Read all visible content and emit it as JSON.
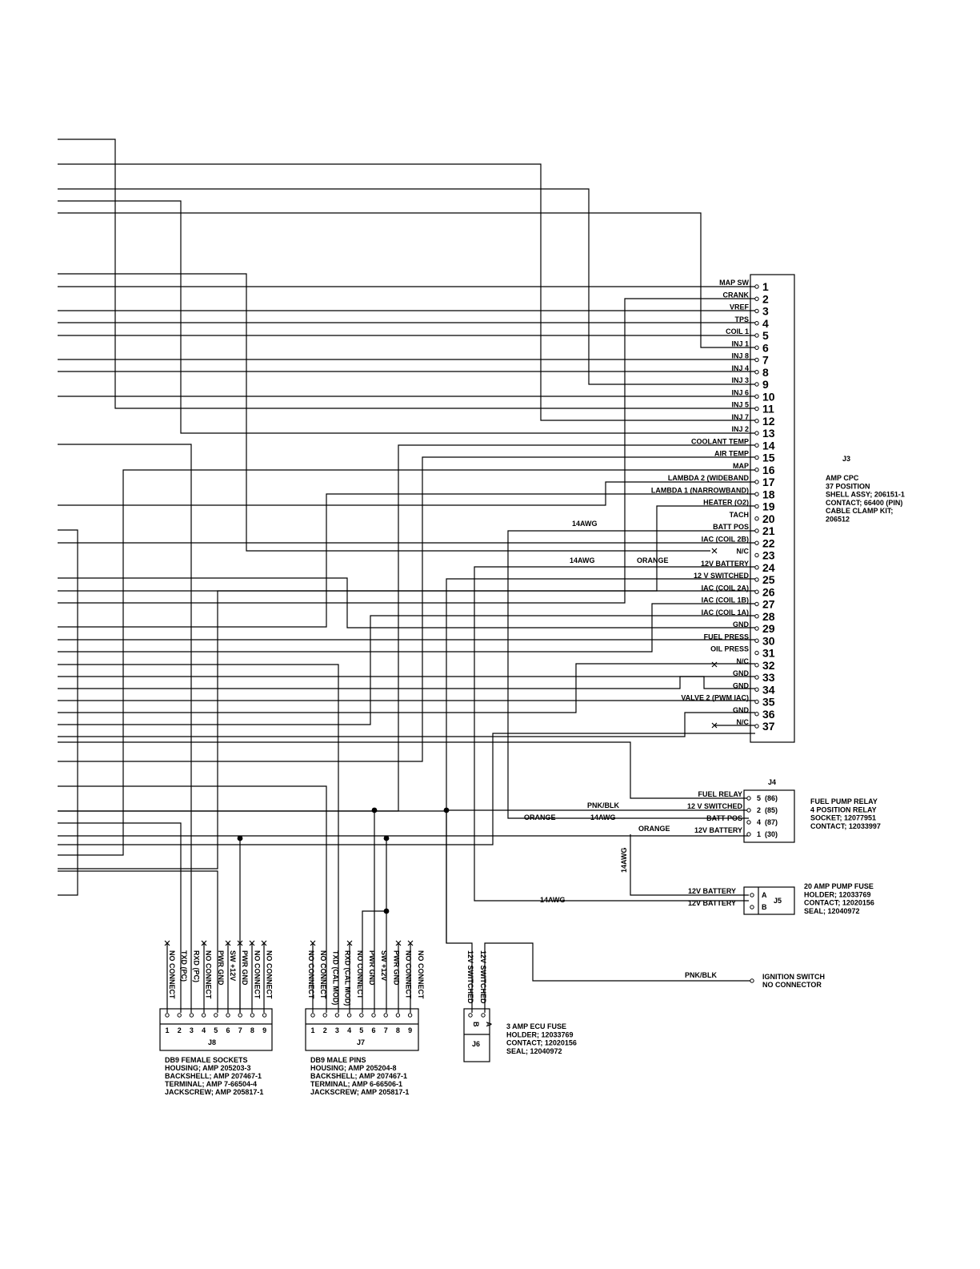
{
  "j3": {
    "ref": "J3",
    "notes": [
      "AMP CPC",
      "37 POSITION",
      "SHELL ASSY; 206151-1",
      "CONTACT; 66400 (PIN)",
      "CABLE CLAMP KIT;",
      "206512"
    ],
    "pins": [
      {
        "n": "1",
        "label": "MAP SW"
      },
      {
        "n": "2",
        "label": "CRANK"
      },
      {
        "n": "3",
        "label": "VREF"
      },
      {
        "n": "4",
        "label": "TPS"
      },
      {
        "n": "5",
        "label": "COIL 1"
      },
      {
        "n": "6",
        "label": "INJ 1"
      },
      {
        "n": "7",
        "label": "INJ 8"
      },
      {
        "n": "8",
        "label": "INJ 4"
      },
      {
        "n": "9",
        "label": "INJ 3"
      },
      {
        "n": "10",
        "label": "INJ 6"
      },
      {
        "n": "11",
        "label": "INJ 5"
      },
      {
        "n": "12",
        "label": "INJ 7"
      },
      {
        "n": "13",
        "label": "INJ 2"
      },
      {
        "n": "14",
        "label": "COOLANT TEMP"
      },
      {
        "n": "15",
        "label": "AIR TEMP"
      },
      {
        "n": "16",
        "label": "MAP"
      },
      {
        "n": "17",
        "label": "LAMBDA 2 (WIDEBAND"
      },
      {
        "n": "18",
        "label": "LAMBDA 1 (NARROWBAND)"
      },
      {
        "n": "19",
        "label": "HEATER (O2)"
      },
      {
        "n": "20",
        "label": "TACH"
      },
      {
        "n": "21",
        "label": "BATT POS"
      },
      {
        "n": "22",
        "label": "IAC (COIL 2B)"
      },
      {
        "n": "23",
        "label": "N/C"
      },
      {
        "n": "24",
        "label": "12V BATTERY"
      },
      {
        "n": "25",
        "label": "12 V SWITCHED"
      },
      {
        "n": "26",
        "label": "IAC (COIL 2A)"
      },
      {
        "n": "27",
        "label": "IAC (COIL 1B)"
      },
      {
        "n": "28",
        "label": "IAC (COIL 1A)"
      },
      {
        "n": "29",
        "label": "GND"
      },
      {
        "n": "30",
        "label": "FUEL PRESS"
      },
      {
        "n": "31",
        "label": "OIL PRESS"
      },
      {
        "n": "32",
        "label": "N/C"
      },
      {
        "n": "33",
        "label": "GND"
      },
      {
        "n": "34",
        "label": "GND"
      },
      {
        "n": "35",
        "label": "VALVE 2 (PWM IAC)"
      },
      {
        "n": "36",
        "label": "GND"
      },
      {
        "n": "37",
        "label": "N/C"
      }
    ]
  },
  "j4": {
    "ref": "J4",
    "notes": [
      "FUEL PUMP RELAY",
      "4 POSITION RELAY",
      "SOCKET; 12077951",
      "CONTACT; 12033997"
    ],
    "pins": [
      {
        "n": "5",
        "sub": "(86)",
        "label": "FUEL RELAY"
      },
      {
        "n": "2",
        "sub": "(85)",
        "label": "12 V SWITCHED"
      },
      {
        "n": "4",
        "sub": "(87)",
        "label": "BATT POS"
      },
      {
        "n": "1",
        "sub": "(30)",
        "label": "12V BATTERY"
      }
    ]
  },
  "j5": {
    "ref": "J5",
    "notes": [
      "20 AMP PUMP FUSE",
      "HOLDER; 12033769",
      "CONTACT; 12020156",
      "SEAL; 12040972"
    ],
    "pins": [
      {
        "n": "A",
        "label": "12V BATTERY"
      },
      {
        "n": "B",
        "label": "12V BATTERY"
      }
    ]
  },
  "j6": {
    "ref": "J6",
    "notes": [
      "3 AMP ECU FUSE",
      "HOLDER; 12033769",
      "CONTACT; 12020156",
      "SEAL; 12040972"
    ],
    "pins": [
      {
        "n": "A",
        "label": "12V SWITCHED"
      },
      {
        "n": "B",
        "label": "12V SWITCHED"
      }
    ]
  },
  "j7": {
    "ref": "J7",
    "notes": [
      "DB9 MALE PINS",
      "HOUSING; AMP 205204-8",
      "BACKSHELL; AMP 207467-1",
      "TERMINAL; AMP 6-66506-1",
      "JACKSCREW; AMP 205817-1"
    ],
    "pins": [
      "NO CONNECT",
      "NO CONNECT",
      "TXD (CAL MOD)",
      "RXD (CAL MOD)",
      "NO CONNECT",
      "PWR GND",
      "SW +12V",
      "PWR GND",
      "NO CONNECT",
      "NO CONNECT"
    ],
    "numbers": [
      "1",
      "2",
      "3",
      "4",
      "5",
      "6",
      "7",
      "8",
      "9"
    ]
  },
  "j8": {
    "ref": "J8",
    "notes": [
      "DB9 FEMALE SOCKETS",
      "HOUSING; AMP 205203-3",
      "BACKSHELL; AMP 207467-1",
      "TERMINAL; AMP 7-66504-4",
      "JACKSCREW; AMP 205817-1"
    ],
    "pins": [
      "NO CONNECT",
      "TXD (PC)",
      "RXD (PC)",
      "NO CONNECT",
      "PWR GND",
      "SW +12V",
      "PWR GND",
      "NO CONNECT",
      "NO CONNECT"
    ],
    "numbers": [
      "1",
      "2",
      "3",
      "4",
      "5",
      "6",
      "7",
      "8",
      "9"
    ]
  },
  "ignition": [
    "IGNITION SWITCH",
    "NO CONNECTOR"
  ],
  "wire_notes": {
    "awg14": "14AWG",
    "orange": "ORANGE",
    "pnkblk": "PNK/BLK"
  }
}
